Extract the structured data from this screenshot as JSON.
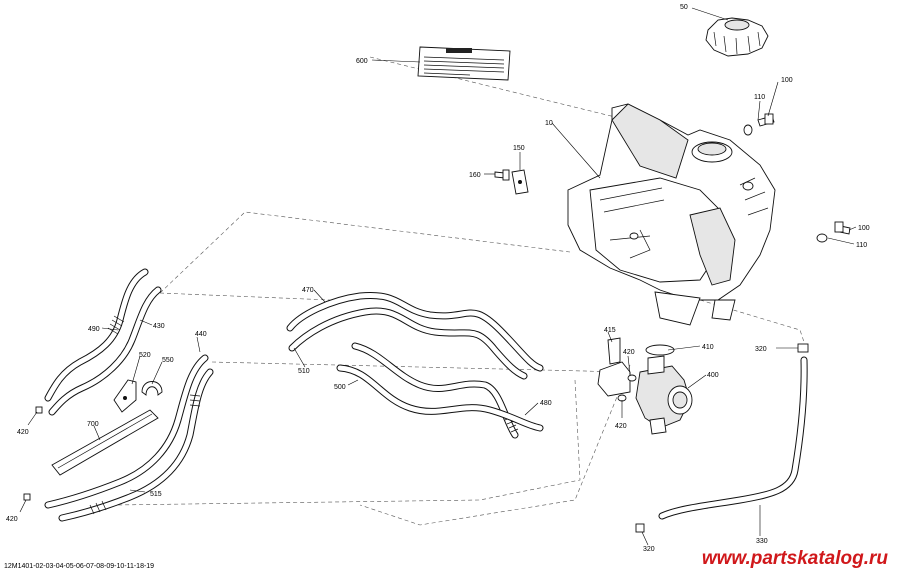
{
  "callouts": {
    "c50": "50",
    "c600": "600",
    "c10": "10",
    "c100a": "100",
    "c110a": "110",
    "c150": "150",
    "c160": "160",
    "c100b": "100",
    "c110b": "110",
    "c470": "470",
    "c490": "490",
    "c430": "430",
    "c440": "440",
    "c520": "520",
    "c550": "550",
    "c510": "510",
    "c500": "500",
    "c480": "480",
    "c415": "415",
    "c420a": "420",
    "c410": "410",
    "c400": "400",
    "c420b": "420",
    "c320a": "320",
    "c700": "700",
    "c420c": "420",
    "c515": "515",
    "c420d": "420",
    "c330": "330",
    "c320b": "320"
  },
  "drawing_code": "12M1401-02-03-04-05-06-07-08-09-10-11-18-19",
  "watermark": "www.partskatalog.ru"
}
